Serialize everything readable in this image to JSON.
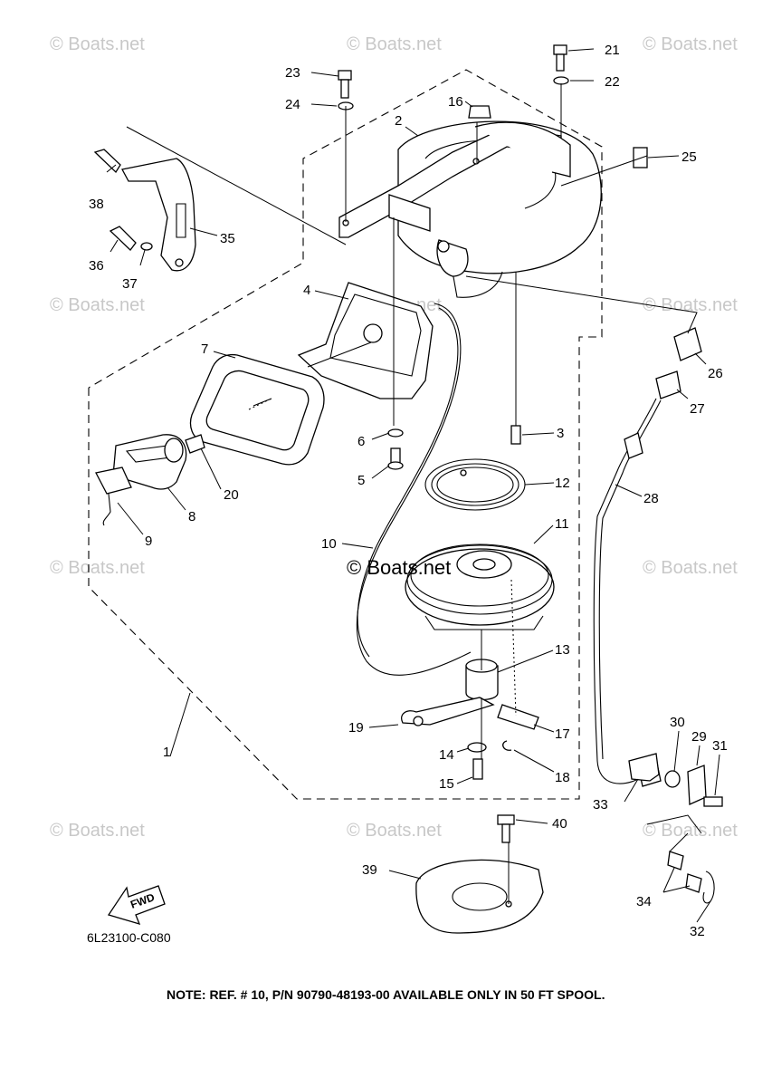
{
  "watermark": "© Boats.net",
  "center_watermark": "© Boats.net",
  "diagram_code": "6L23100-C080",
  "fwd_label": "FWD",
  "note": "NOTE: REF. # 10, P/N 90790-48193-00 AVAILABLE ONLY IN 50 FT SPOOL.",
  "callouts": [
    "1",
    "2",
    "3",
    "4",
    "5",
    "6",
    "7",
    "8",
    "9",
    "10",
    "11",
    "12",
    "13",
    "14",
    "15",
    "16",
    "17",
    "18",
    "19",
    "20",
    "21",
    "22",
    "23",
    "24",
    "25",
    "26",
    "27",
    "28",
    "29",
    "30",
    "31",
    "32",
    "33",
    "34",
    "35",
    "36",
    "37",
    "38",
    "39",
    "40"
  ]
}
